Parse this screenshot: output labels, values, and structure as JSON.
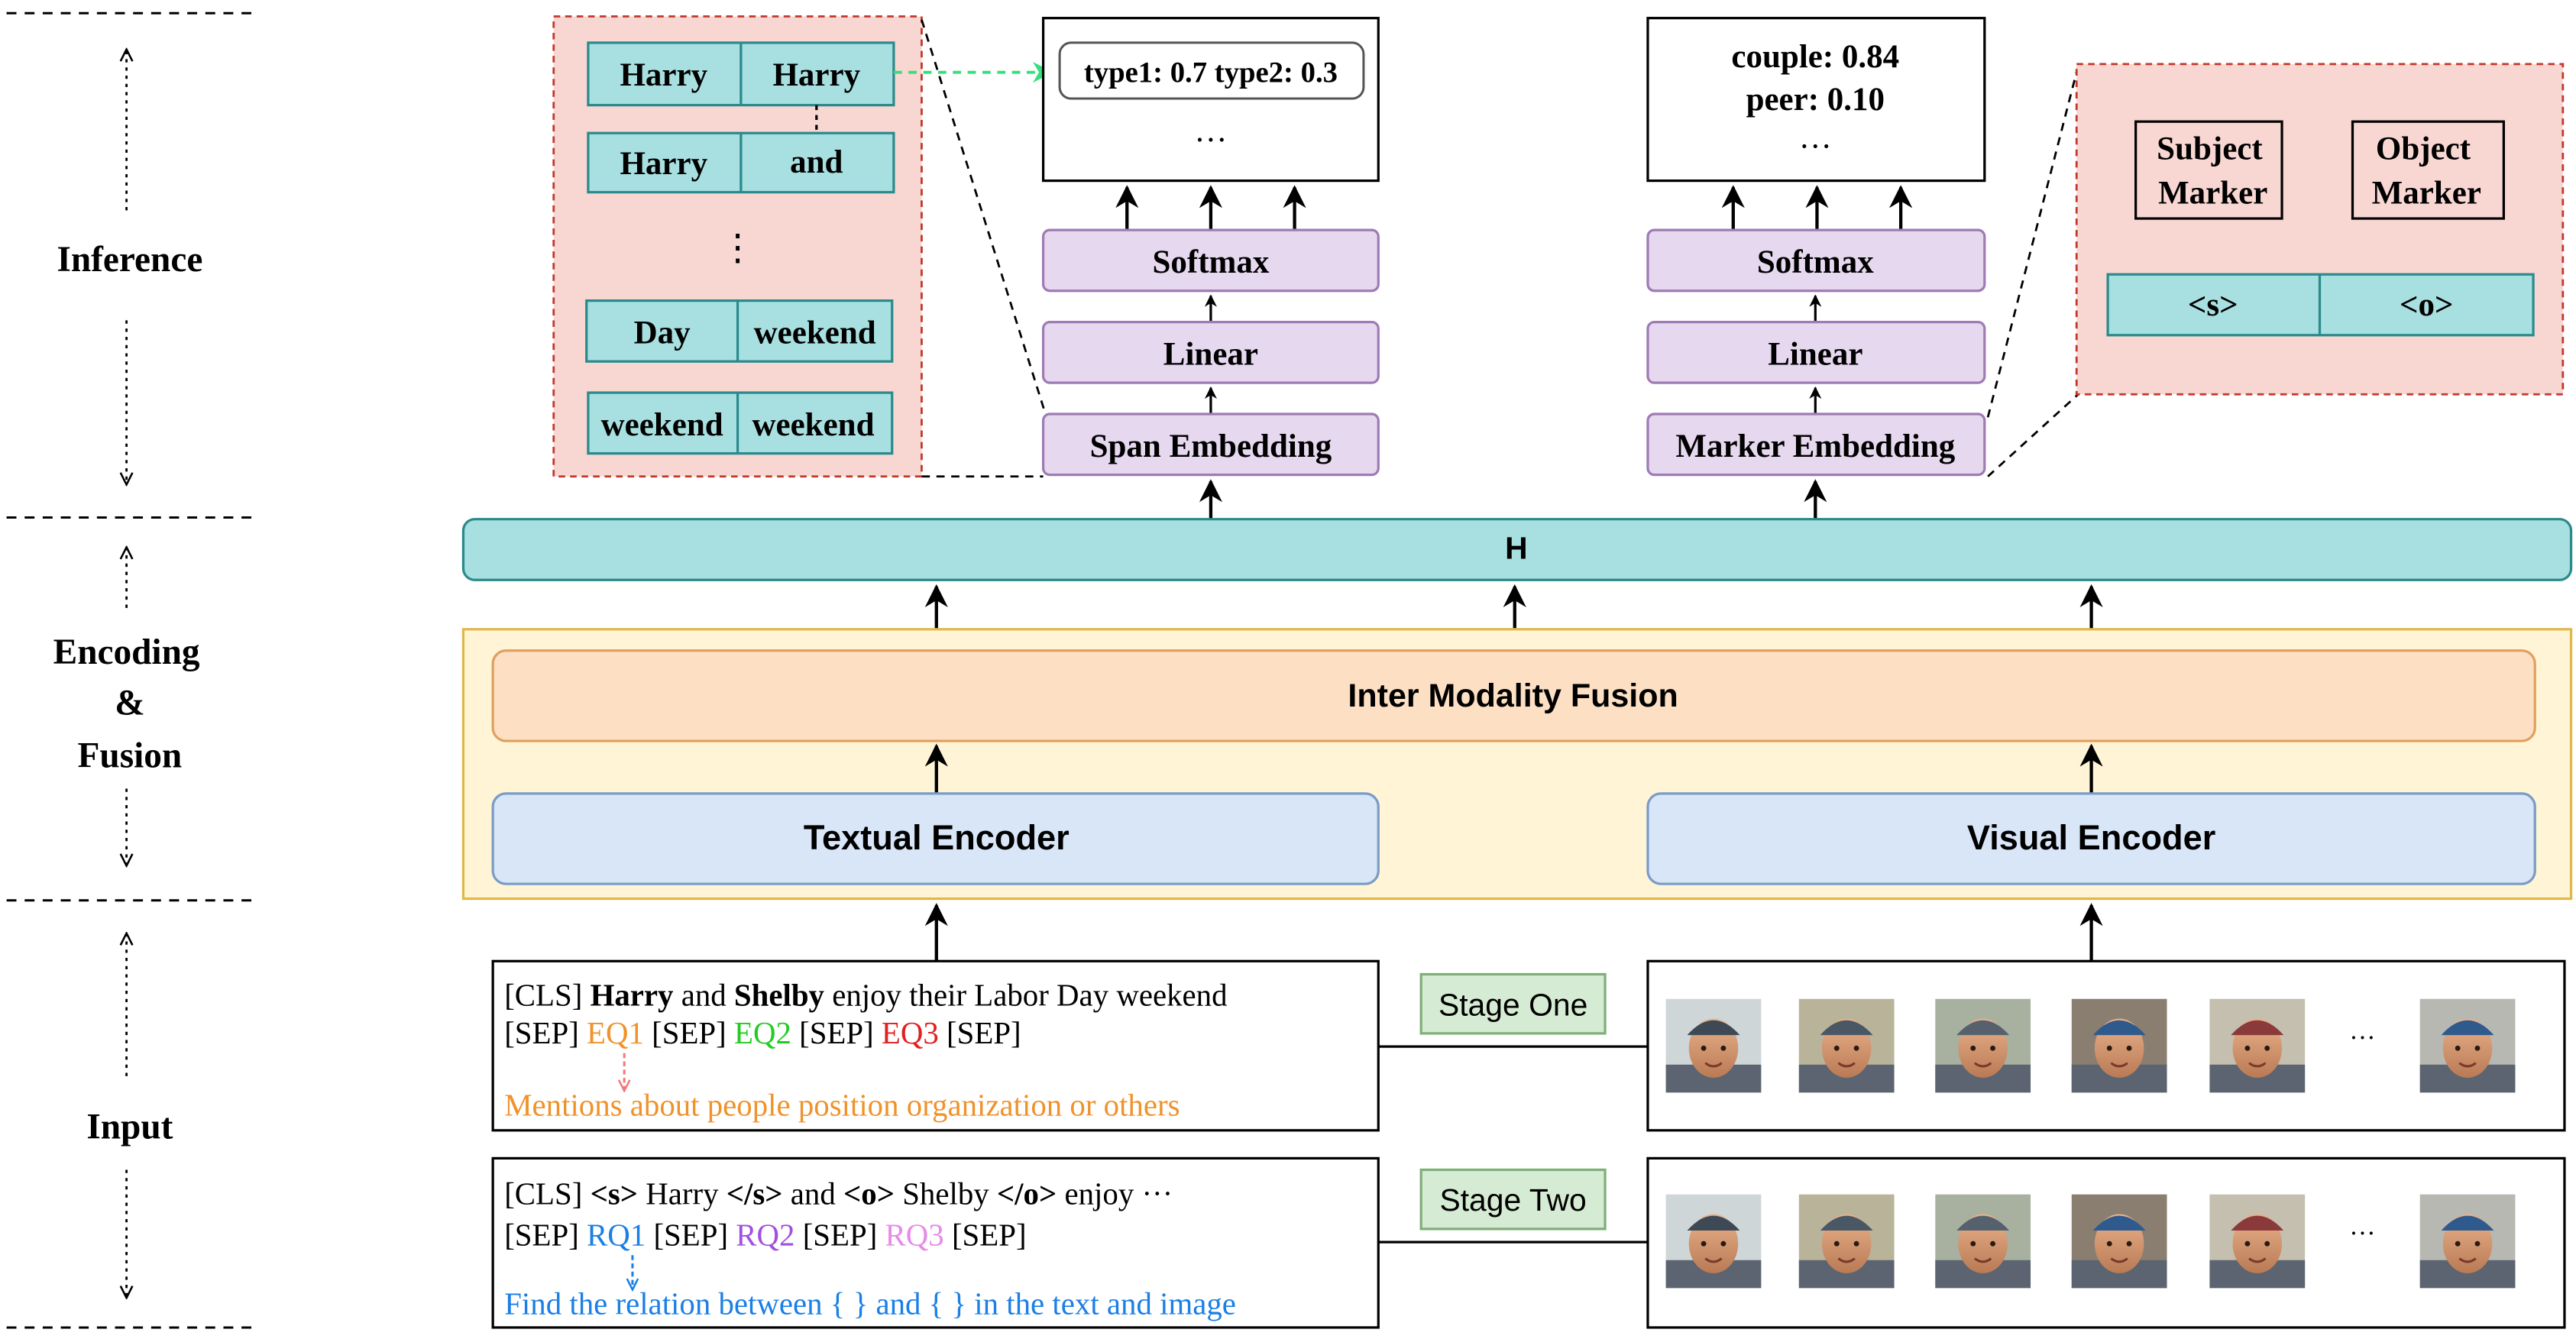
{
  "stages": {
    "inference": "Inference",
    "encoding": [
      "Encoding",
      "&",
      "Fusion"
    ],
    "input": "Input"
  },
  "span_panel": {
    "rows": [
      [
        "Harry",
        "Harry"
      ],
      [
        "Harry",
        "and"
      ],
      [
        "Day",
        "weekend"
      ],
      [
        "weekend",
        "weekend"
      ]
    ],
    "ellipsis": "⋮"
  },
  "span_output": {
    "types": "type1: 0.7 type2: 0.3",
    "ellipsis": "…"
  },
  "relation_output": {
    "lines": [
      "couple: 0.84",
      "peer: 0.10"
    ],
    "ellipsis": "…"
  },
  "span_branch": {
    "softmax": "Softmax",
    "linear": "Linear",
    "embedding": "Span Embedding"
  },
  "marker_branch": {
    "softmax": "Softmax",
    "linear": "Linear",
    "embedding": "Marker Embedding"
  },
  "marker_panel": {
    "subject": [
      "Subject",
      "Marker"
    ],
    "object": [
      "Object",
      "Marker"
    ],
    "tokens": [
      "<s>",
      "<o>"
    ]
  },
  "h_bar": "H",
  "fusion": "Inter Modality Fusion",
  "textual_encoder": "Textual Encoder",
  "visual_encoder": "Visual Encoder",
  "stage_one": {
    "label": "Stage One",
    "line1": {
      "cls": "[CLS] ",
      "w1": "Harry",
      "and": " and ",
      "w2": "Shelby",
      "rest": " enjoy their Labor Day weekend"
    },
    "line2": {
      "sep": "[SEP] ",
      "q1": "EQ1",
      "q2": "EQ2",
      "q3": "EQ3"
    },
    "template": "Mentions about people position organization or others"
  },
  "stage_two": {
    "label": "Stage Two",
    "line1": {
      "cls": "[CLS] ",
      "s_open": "<s>",
      "name1": " Harry ",
      "s_close": "</s>",
      "and": " and ",
      "o_open": "<o>",
      "name2": " Shelby ",
      "o_close": "</o>",
      "rest": " enjoy ···"
    },
    "line2": {
      "sep": "[SEP] ",
      "q1": "RQ1",
      "q2": "RQ2",
      "q3": "RQ3"
    },
    "template": "Find the relation between { } and { } in the text and image"
  },
  "image_ellipsis": "···",
  "colors": {
    "teal": "#a8dfe0",
    "teal_border": "#2a8a8c",
    "lavender": "#e6d8ee",
    "lavender_border": "#9e7bb5",
    "pink_panel": "#f8d7d3",
    "pink_border": "#c0392b",
    "fusion_bg": "#fff5d6",
    "fusion_border": "#e0b84a",
    "fusion_box": "#fde0c4",
    "fusion_box_border": "#e0a060",
    "encoder": "#d8e6f7",
    "encoder_border": "#7a9cc6",
    "stage_box": "#d6ebd3",
    "stage_border": "#7fae78",
    "eq1": "#f0922a",
    "eq2": "#22cc22",
    "eq3": "#e02020",
    "rq1": "#1a7fe6",
    "rq2": "#a24fe0",
    "rq3": "#e88ae8",
    "arrow_green": "#33e07a"
  }
}
